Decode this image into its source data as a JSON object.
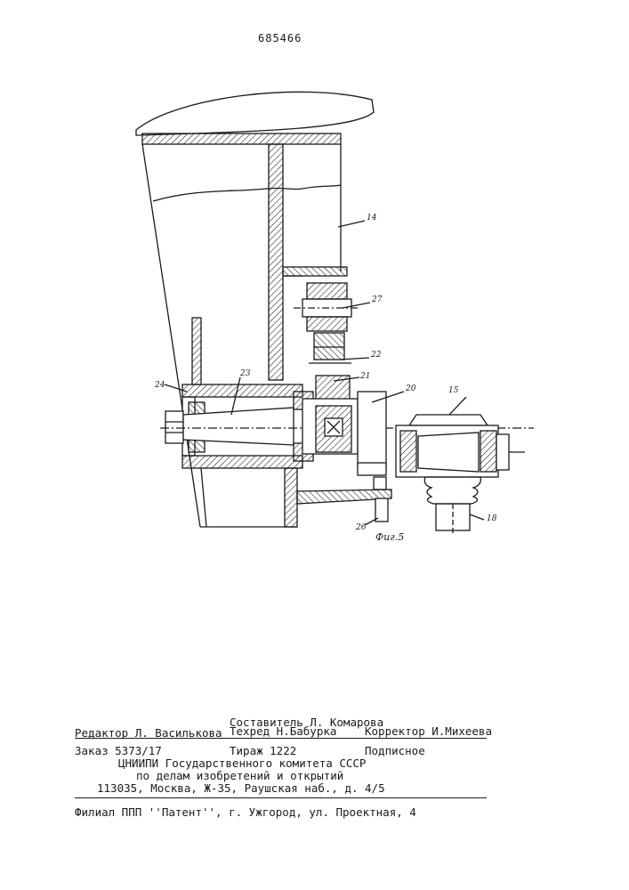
{
  "patent_number": "685466",
  "figure": {
    "caption": "Фиг.5",
    "callouts": {
      "c14": "14",
      "c27": "27",
      "c22": "22",
      "c21": "21",
      "c20": "20",
      "c15": "15",
      "c24": "24",
      "c23": "23",
      "c26": "26",
      "c18": "18"
    }
  },
  "imprint": {
    "compiler": "Составитель Л. Комарова",
    "editor": "Редактор Л. Василькова",
    "techeditor": "Техред Н.Бабурка",
    "corrector": "Корректор И.Михеева",
    "order": "Заказ 5373/17",
    "circulation": "Тираж 1222",
    "subscription": "Подписное",
    "org_line1": "ЦНИИПИ Государственного комитета СССР",
    "org_line2": "по делам изобретений и открытий",
    "org_address": "113035, Москва, Ж-35, Раушская наб., д. 4/5",
    "branch": "Филиал ППП ''Патент'', г. Ужгород, ул. Проектная, 4"
  }
}
